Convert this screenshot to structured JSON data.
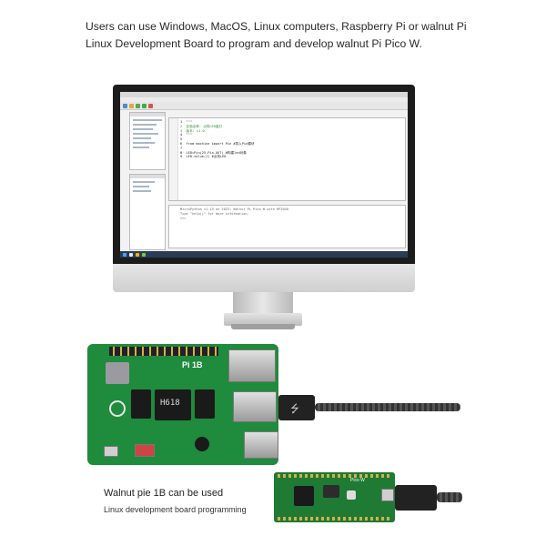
{
  "intro_text": "Users can use Windows, MacOS, Linux computers, Raspberry Pi or walnut Pi Linux Development Board to program and develop walnut Pi Pico W.",
  "board_label": "Pi 1B",
  "chip_label": "H618",
  "board2_label": "Pico W",
  "caption_title": "Walnut pie 1B can be used",
  "caption_subtitle": "Linux development board programming",
  "ide": {
    "code_lines": [
      "1  \"\"\"",
      "2  实验名称: 点亮LED蓝灯",
      "3  版本: v1.0",
      "4  \"\"\"",
      "5",
      "6  from machine import Pin #导入Pin模块",
      "7",
      "8  LED=Pin(25,Pin.OUT) #构建led对象",
      "9  LED.value(1) #点亮LED"
    ],
    "shell_lines": [
      "MicroPython v1.19 on 2023; Walnut Pi Pico W with RP2040",
      "Type \"help()\" for more information.",
      ">>>"
    ]
  }
}
